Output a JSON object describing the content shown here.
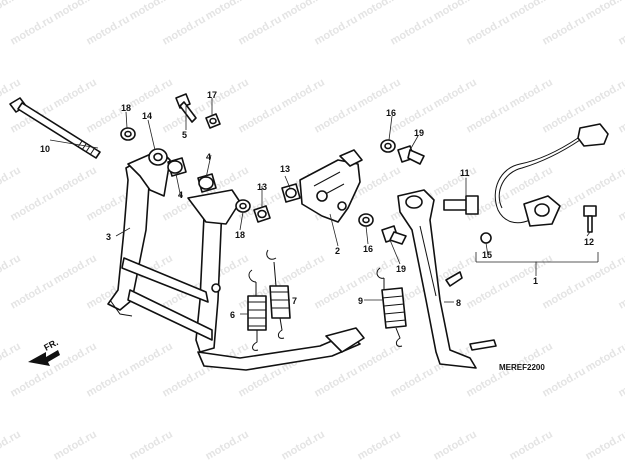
{
  "diagram": {
    "code": "MEREF2200",
    "direction_label": "FR.",
    "watermark": "motod.ru",
    "callouts": [
      "1",
      "2",
      "3",
      "4",
      "4",
      "5",
      "6",
      "7",
      "8",
      "9",
      "10",
      "11",
      "12",
      "13",
      "13",
      "14",
      "15",
      "16",
      "16",
      "17",
      "18",
      "18",
      "19",
      "19"
    ]
  }
}
